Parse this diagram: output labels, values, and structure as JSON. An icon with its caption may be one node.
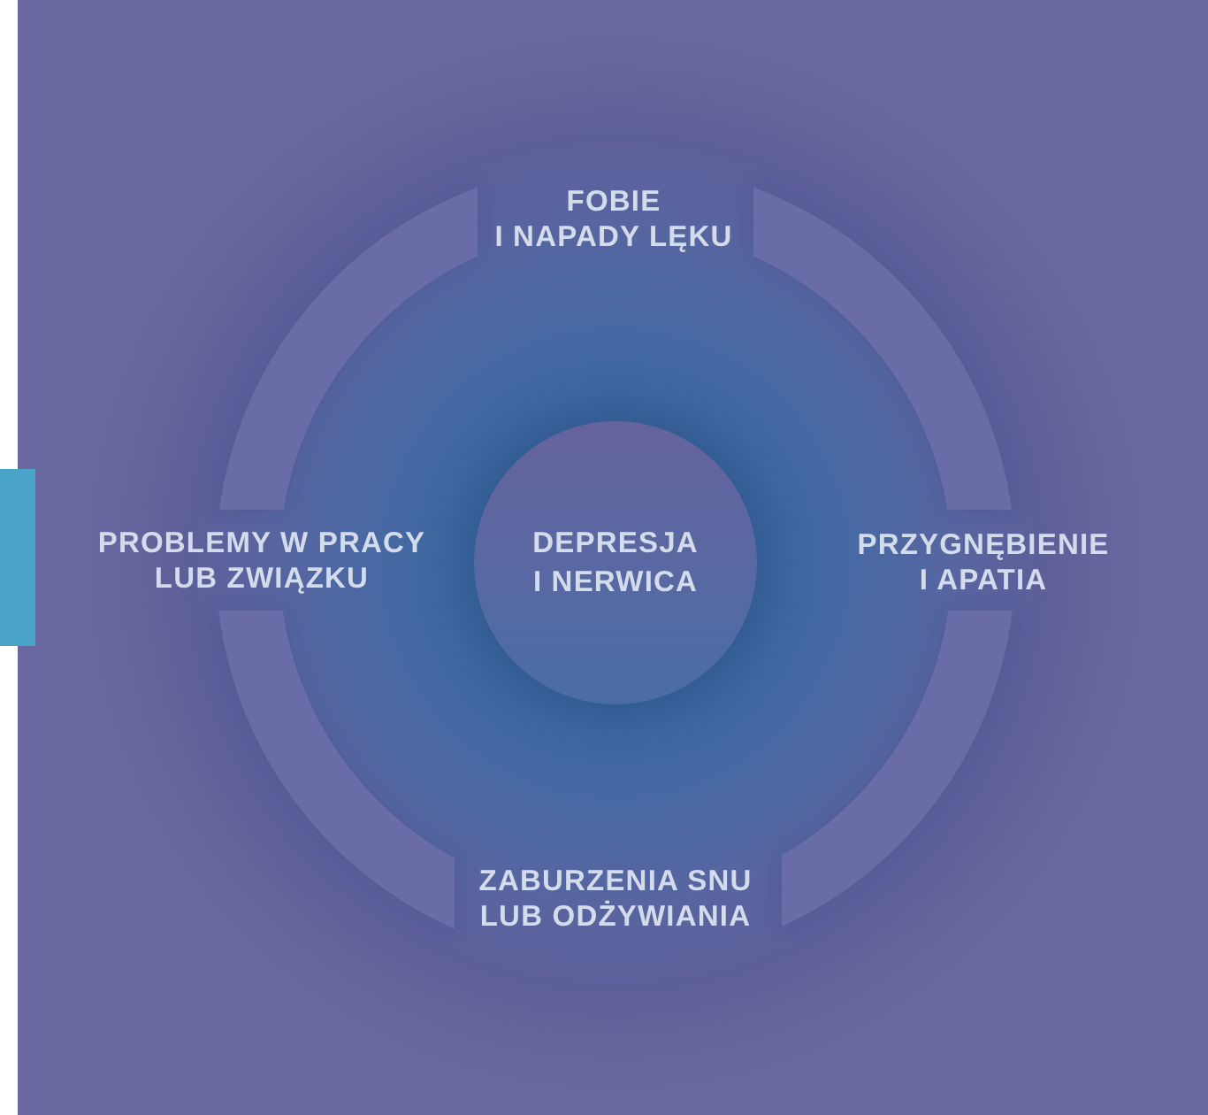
{
  "diagram": {
    "nodes": [
      {
        "text": [
          "FOBIE I NAPADY LĘKU"
        ]
      },
      {
        "text": [
          "PROBLEMY W PRACY LUB ZWIĄZKU"
        ]
      },
      {
        "text": [
          "DEPRESJA I NERWICA"
        ]
      },
      {
        "text": [
          "PRZYGNĘBIENIE I APATIA"
        ]
      },
      {
        "text": [
          "ZABURZENIA SNU LUB ODŻYWIANIA"
        ]
      },
      {
        "text": [],
        "shape": "bar"
      }
    ]
  }
}
